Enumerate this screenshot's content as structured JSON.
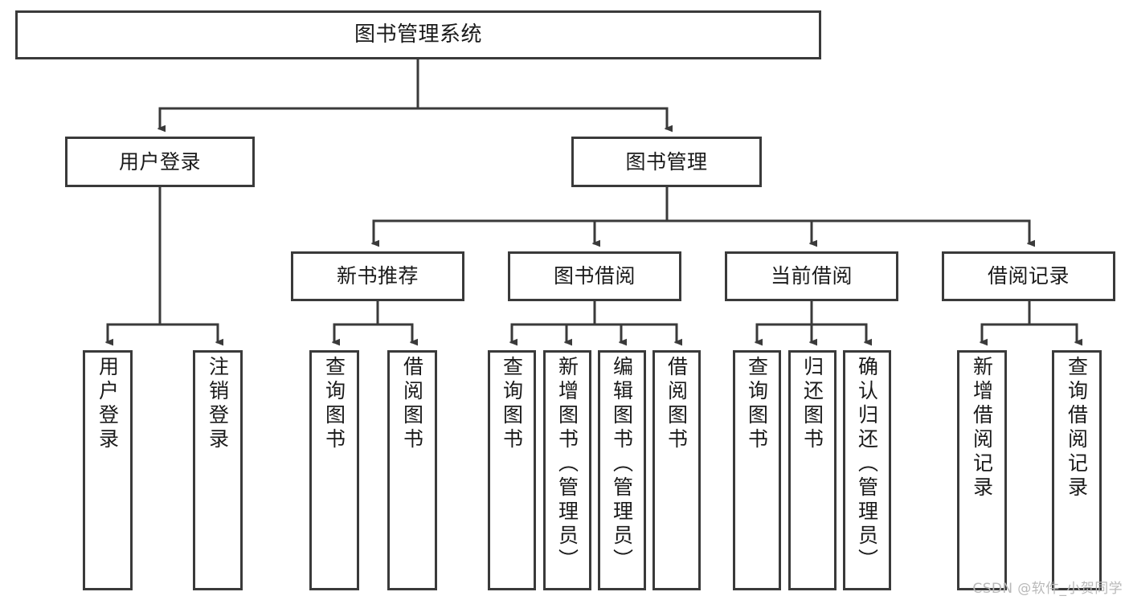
{
  "diagram": {
    "title": "图书管理系统",
    "type": "tree",
    "root": {
      "id": "root",
      "label": "图书管理系统"
    },
    "level2": [
      {
        "id": "user-login",
        "label": "用户登录"
      },
      {
        "id": "book-management",
        "label": "图书管理"
      }
    ],
    "level3": [
      {
        "id": "new-book-recommend",
        "label": "新书推荐"
      },
      {
        "id": "book-borrow",
        "label": "图书借阅"
      },
      {
        "id": "current-borrow",
        "label": "当前借阅"
      },
      {
        "id": "borrow-record",
        "label": "借阅记录"
      }
    ],
    "leaves": {
      "user_login": [
        {
          "id": "leaf-user-login",
          "label": "用户登录"
        },
        {
          "id": "leaf-logout",
          "label": "注销登录"
        }
      ],
      "new_book_recommend": [
        {
          "id": "leaf-query-book-1",
          "label": "查询图书"
        },
        {
          "id": "leaf-borrow-book-1",
          "label": "借阅图书"
        }
      ],
      "book_borrow": [
        {
          "id": "leaf-query-book-2",
          "label": "查询图书"
        },
        {
          "id": "leaf-add-book",
          "label": "新增图书（管理员）"
        },
        {
          "id": "leaf-edit-book",
          "label": "编辑图书（管理员）"
        },
        {
          "id": "leaf-borrow-book-2",
          "label": "借阅图书"
        }
      ],
      "current_borrow": [
        {
          "id": "leaf-query-book-3",
          "label": "查询图书"
        },
        {
          "id": "leaf-return-book",
          "label": "归还图书"
        },
        {
          "id": "leaf-confirm-return",
          "label": "确认归还（管理员）"
        }
      ],
      "borrow_record": [
        {
          "id": "leaf-add-record",
          "label": "新增借阅记录"
        },
        {
          "id": "leaf-query-record",
          "label": "查询借阅记录"
        }
      ]
    }
  },
  "watermark": {
    "text": "CSDN @软件_小贺同学"
  },
  "colors": {
    "stroke": "#3a3a3a",
    "background": "#ffffff",
    "text": "#1a1a1a",
    "watermark": "#b9b9b9"
  }
}
